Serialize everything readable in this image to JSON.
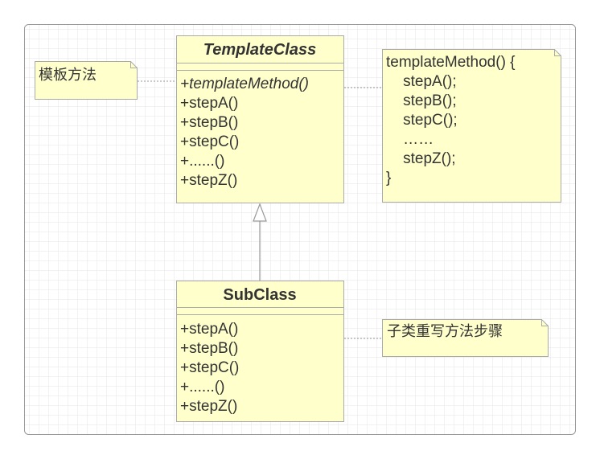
{
  "colors": {
    "box_fill": "#ffffcc",
    "box_stroke": "#aaaaaa",
    "grid_line": "#e8e8e8",
    "text": "#333333",
    "connector": "#999999",
    "frame_stroke": "#999999"
  },
  "template_class": {
    "name": "TemplateClass",
    "template_method": "+templateMethod()",
    "steps": [
      "+stepA()",
      "+stepB()",
      "+stepC()",
      "+......()",
      "+stepZ()"
    ]
  },
  "sub_class": {
    "name": "SubClass",
    "steps": [
      "+stepA()",
      "+stepB()",
      "+stepC()",
      "+......()",
      "+stepZ()"
    ]
  },
  "notes": {
    "template_label": "模板方法",
    "code_lines": [
      "templateMethod() {",
      "    stepA();",
      "    stepB();",
      "    stepC();",
      "    ……",
      "    stepZ();",
      "}"
    ],
    "subclass_label": "子类重写方法步骤"
  }
}
